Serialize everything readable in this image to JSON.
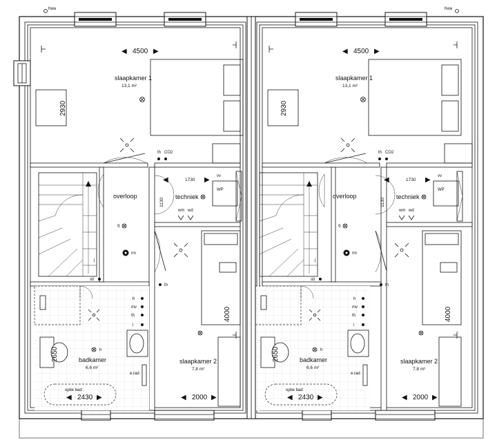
{
  "units": [
    {
      "hwa": "hwa",
      "rooms": {
        "slaapkamer1": {
          "name": "slaapkamer 1",
          "area": "13,1 m²"
        },
        "overloop": {
          "name": "overloop"
        },
        "techniek": {
          "name": "techniek"
        },
        "badkamer": {
          "name": "badkamer",
          "area": "6,6 m²"
        },
        "slaapkamer2": {
          "name": "slaapkamer 2",
          "area": "7,8 m²"
        }
      },
      "dimensions": {
        "sk1_width": "4500",
        "sk1_depth": "2930",
        "techniek_width": "1730",
        "techniek_depth": "1130",
        "bad_depth": "2650",
        "bad_width": "2430",
        "sk2_width": "2000",
        "sk2_depth": "4000"
      },
      "symbols": {
        "th": "th",
        "co2": "CO2",
        "vv": "vv",
        "wp": "WP",
        "wm": "wm",
        "wd": "wd",
        "q": "q",
        "rm": "rm",
        "stl": "stl",
        "j": "j",
        "mv": "mv",
        "i": "i",
        "h": "h",
        "erad": "e.rad",
        "optie_bad": "optie bad"
      }
    },
    {
      "hwa": "hwa",
      "rooms": {
        "slaapkamer1": {
          "name": "slaapkamer 1",
          "area": "13,1 m²"
        },
        "overloop": {
          "name": "overloop"
        },
        "techniek": {
          "name": "techniek"
        },
        "badkamer": {
          "name": "badkamer",
          "area": "6,6 m²"
        },
        "slaapkamer2": {
          "name": "slaapkamer 2",
          "area": "7,8 m²"
        }
      },
      "dimensions": {
        "sk1_width": "4500",
        "sk1_depth": "2930",
        "techniek_width": "1730",
        "techniek_depth": "1130",
        "bad_depth": "2650",
        "bad_width": "2430",
        "sk2_width": "2000",
        "sk2_depth": "4000"
      },
      "symbols": {
        "th": "th",
        "co2": "CO2",
        "vv": "vv",
        "wp": "WP",
        "wm": "wm",
        "wd": "wd",
        "q": "q",
        "rm": "rm",
        "stl": "stl",
        "j": "j",
        "mv": "mv",
        "i": "i",
        "h": "h",
        "erad": "e.rad",
        "optie_bad": "optie bad"
      }
    }
  ]
}
